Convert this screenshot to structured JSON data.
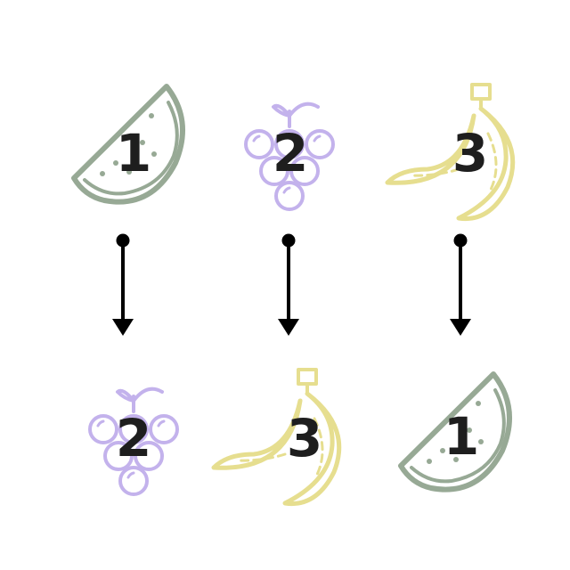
{
  "colors": {
    "watermelon": "#97a995",
    "grapes": "#c3b2ec",
    "banana": "#e6de8f",
    "number": "#1e1e1e",
    "arrow": "#000000",
    "background": "#ffffff"
  },
  "top_row": [
    {
      "fruit": "watermelon",
      "number": "1"
    },
    {
      "fruit": "grapes",
      "number": "2"
    },
    {
      "fruit": "banana",
      "number": "3"
    }
  ],
  "bottom_row": [
    {
      "fruit": "grapes",
      "number": "2"
    },
    {
      "fruit": "banana",
      "number": "3"
    },
    {
      "fruit": "watermelon",
      "number": "1"
    }
  ],
  "arrows": {
    "count": 3,
    "direction": "down"
  }
}
